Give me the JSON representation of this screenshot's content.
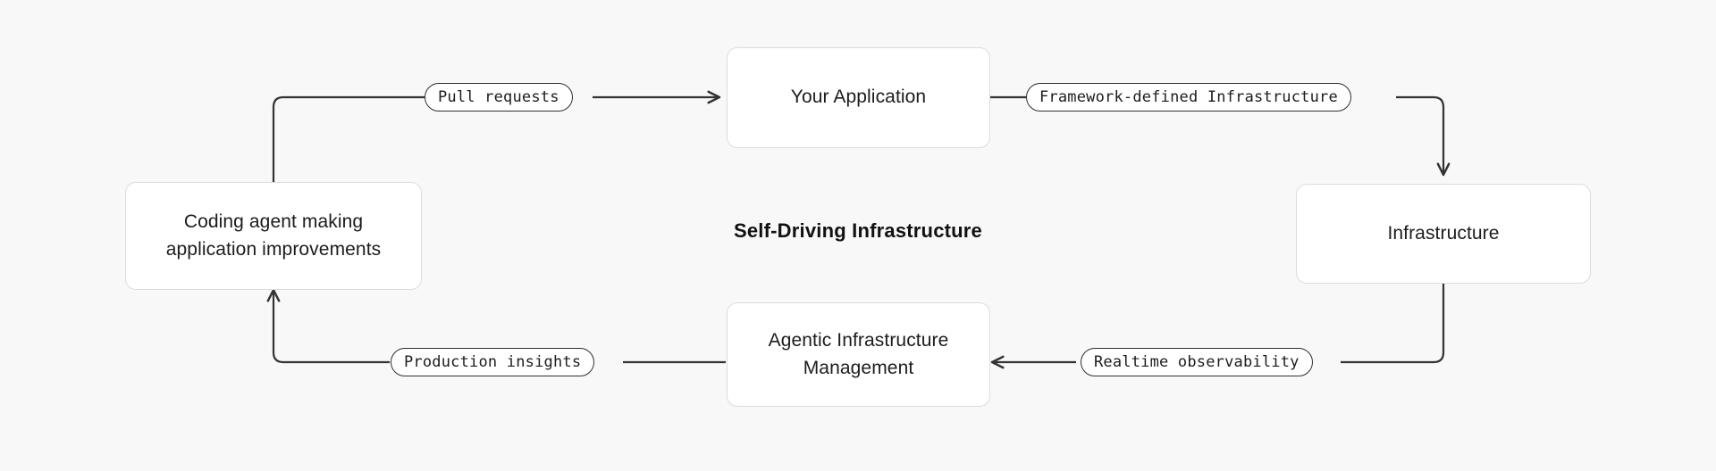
{
  "diagram": {
    "title": "Self-Driving Infrastructure",
    "background_color": "#f8f8f8",
    "edge_color": "#333333",
    "node_border_color": "#dcdcdc",
    "node_fill_color": "#ffffff",
    "pill_border_color": "#2f2f2f",
    "type": "cycle-flowchart",
    "nodes": [
      {
        "id": "coding-agent",
        "label": "Coding agent making\napplication improvements"
      },
      {
        "id": "your-application",
        "label": "Your Application"
      },
      {
        "id": "infrastructure",
        "label": "Infrastructure"
      },
      {
        "id": "agentic-infrastructure-management",
        "label": "Agentic Infrastructure\nManagement"
      }
    ],
    "edges": [
      {
        "id": "pull-requests",
        "label": "Pull requests",
        "from": "coding-agent",
        "to": "your-application"
      },
      {
        "id": "framework-defined-infrastructure",
        "label": "Framework-defined Infrastructure",
        "from": "your-application",
        "to": "infrastructure"
      },
      {
        "id": "realtime-observability",
        "label": "Realtime observability",
        "from": "infrastructure",
        "to": "agentic-infrastructure-management"
      },
      {
        "id": "production-insights",
        "label": "Production insights",
        "from": "agentic-infrastructure-management",
        "to": "coding-agent"
      }
    ]
  }
}
